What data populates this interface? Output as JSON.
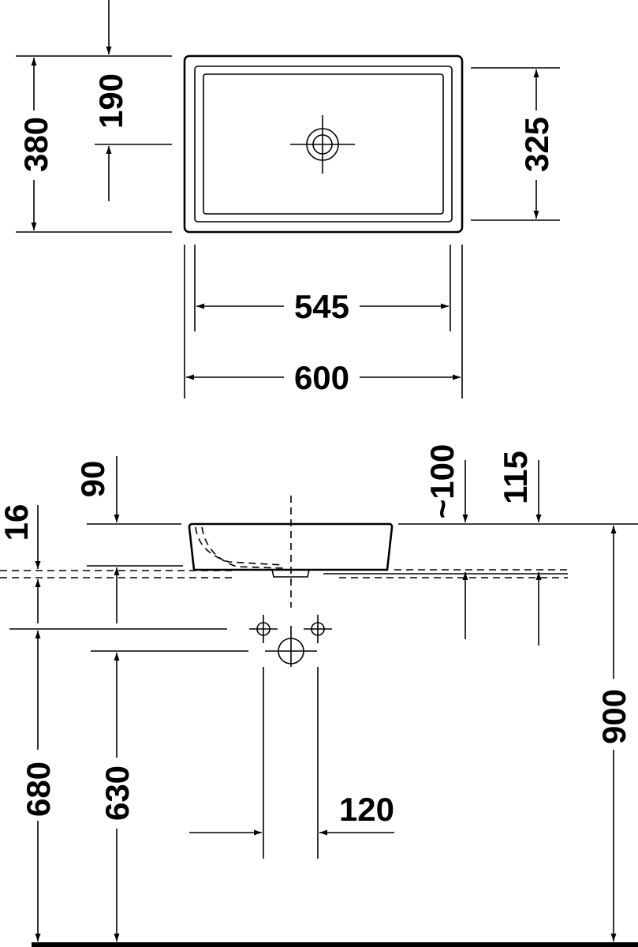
{
  "title": "Washbasin dimension drawing",
  "top_view": {
    "depth_total": "380",
    "drain_offset": "190",
    "inner_depth": "325",
    "inner_width": "545",
    "total_width": "600"
  },
  "side_view": {
    "bowl_height": "90",
    "worktop": "16",
    "drain_distance": "~100",
    "tap_distance": "115",
    "tap_height": "680",
    "waste_height": "630",
    "total_height": "900",
    "tap_spacing": "120"
  },
  "colors": {
    "line": "#000000",
    "background": "#ffffff"
  }
}
